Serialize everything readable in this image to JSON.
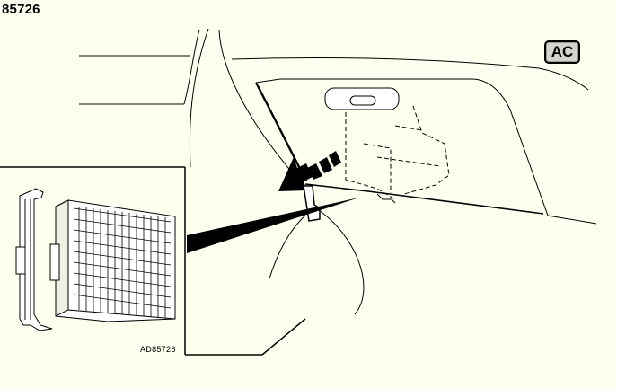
{
  "figure": {
    "number": "85726",
    "badge": "AC",
    "ref_code": "AD85726"
  },
  "icons": {
    "arrow": "black-arrow-icon",
    "filter": "cabin-air-filter-icon",
    "clip": "filter-retainer-clip-icon"
  },
  "colors": {
    "background": "#fffff0",
    "line": "#000000",
    "badge_fill": "#d4d4cc"
  }
}
